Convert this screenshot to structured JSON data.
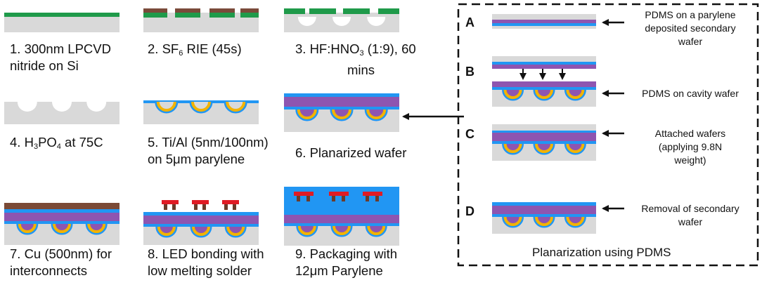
{
  "colors": {
    "silicon": "#d9d9d9",
    "nitride": "#1f9a4a",
    "etch_mask": "#7a4a3a",
    "parylene": "#2196f3",
    "metal": "#f2b300",
    "pdms": "#8e55b0",
    "copper": "#7b4a36",
    "led": "#e01b24",
    "solder": "#6b3b2a"
  },
  "steps": [
    {
      "line1": "1. 300nm LPCVD",
      "line2": "nitride on Si"
    },
    {
      "line1_pre": "2. SF",
      "line1_sub": "6",
      "line1_post": " RIE (45s)"
    },
    {
      "line1_pre": "3. HF:HNO",
      "line1_sub": "3",
      "line1_post": " (1:9), 60",
      "line2": "mins"
    },
    {
      "line1_pre": "4. H",
      "line1_sub": "3",
      "line1_mid": "PO",
      "line1_sub2": "4",
      "line1_post": " at 75C"
    },
    {
      "line1": "5. Ti/Al (5nm/100nm)",
      "line2": "on 5μm parylene"
    },
    {
      "line1": "6. Planarized wafer"
    },
    {
      "line1": "7. Cu (500nm) for",
      "line2": "interconnects"
    },
    {
      "line1": "8. LED bonding with",
      "line2": "low melting solder"
    },
    {
      "line1": "9. Packaging with",
      "line2": "12μm Parylene"
    }
  ],
  "panel": {
    "title": "Planarization using PDMS",
    "rows": [
      {
        "label": "A",
        "note1": "PDMS on a parylene",
        "note2": "deposited secondary",
        "note3": "wafer"
      },
      {
        "label": "B",
        "note1": "PDMS on cavity wafer"
      },
      {
        "label": "C",
        "note1": "Attached wafers",
        "note2": "(applying 9.8N",
        "note3": "weight)"
      },
      {
        "label": "D",
        "note1": "Removal of secondary",
        "note2": "wafer"
      }
    ]
  }
}
